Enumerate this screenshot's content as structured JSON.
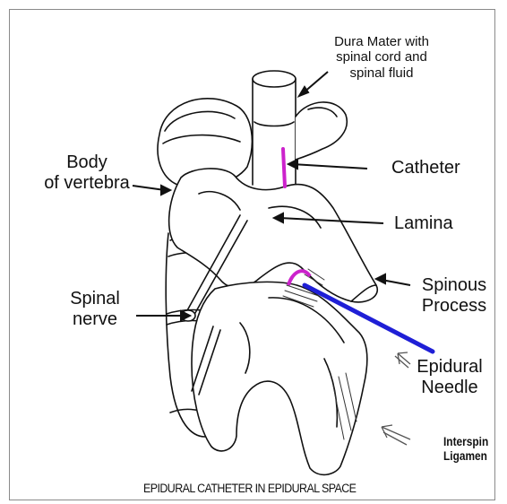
{
  "labels": {
    "dura": [
      "Dura Mater with",
      "spinal cord and",
      "spinal fluid"
    ],
    "body": [
      "Body",
      "of vertebra"
    ],
    "catheter": "Catheter",
    "lamina": "Lamina",
    "spinous": [
      "Spinous",
      "Process"
    ],
    "spinal_nerve": [
      "Spinal",
      "nerve"
    ],
    "epidural_needle": [
      "Epidural",
      "Needle"
    ],
    "interspinous": [
      "Interspin",
      "Ligamen"
    ]
  },
  "caption": "EPIDURAL CATHETER IN EPIDURAL SPACE",
  "colors": {
    "catheter": "#cc22cc",
    "needle": "#1f1fd6",
    "line": "#111111"
  }
}
